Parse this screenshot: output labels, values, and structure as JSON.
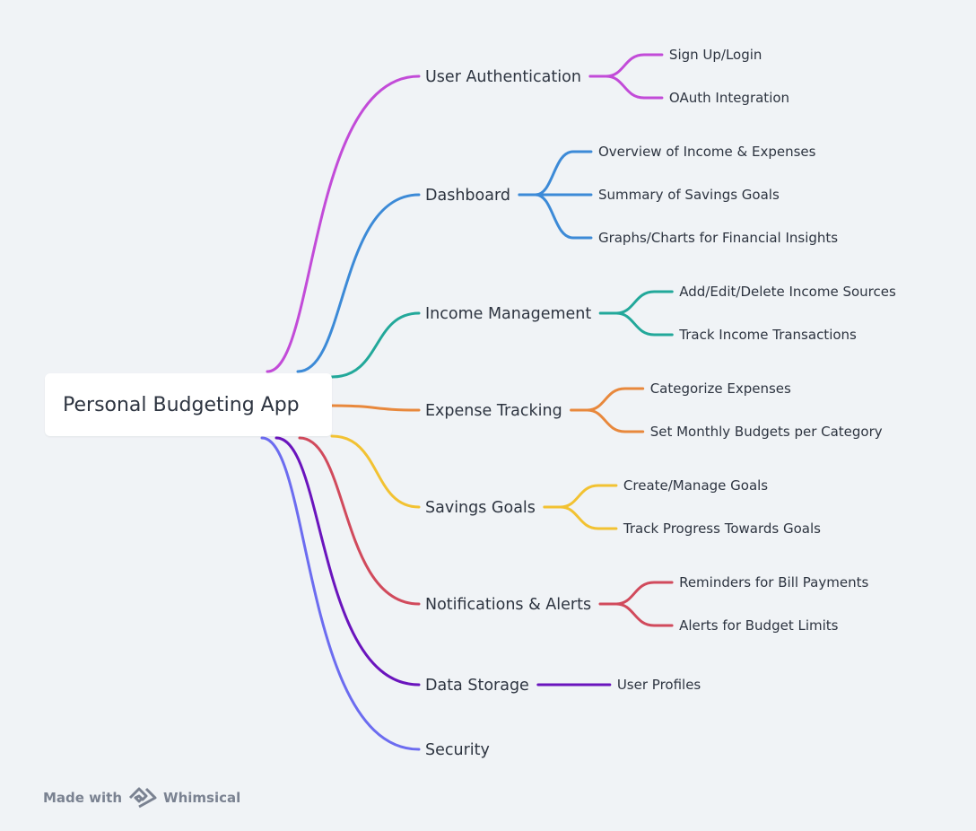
{
  "root": {
    "title": "Personal Budgeting App"
  },
  "branches": [
    {
      "label": "User Authentication",
      "color": "#c24bd8",
      "children": [
        "Sign Up/Login",
        "OAuth Integration"
      ]
    },
    {
      "label": "Dashboard",
      "color": "#3c8ad7",
      "children": [
        "Overview of Income & Expenses",
        "Summary of Savings Goals",
        "Graphs/Charts for Financial Insights"
      ]
    },
    {
      "label": "Income Management",
      "color": "#22a89a",
      "children": [
        "Add/Edit/Delete Income Sources",
        "Track Income Transactions"
      ]
    },
    {
      "label": "Expense Tracking",
      "color": "#e8883c",
      "children": [
        "Categorize Expenses",
        "Set Monthly Budgets per Category"
      ]
    },
    {
      "label": "Savings Goals",
      "color": "#f2c232",
      "children": [
        "Create/Manage Goals",
        "Track Progress Towards Goals"
      ]
    },
    {
      "label": "Notifications & Alerts",
      "color": "#d14a5c",
      "children": [
        "Reminders for Bill Payments",
        "Alerts for Budget Limits"
      ]
    },
    {
      "label": "Data Storage",
      "color": "#6a14bd",
      "children": [
        "User Profiles"
      ]
    },
    {
      "label": "Security",
      "color": "#6c6cf0",
      "children": []
    }
  ],
  "footer": {
    "made_with": "Made with",
    "brand": "Whimsical"
  }
}
